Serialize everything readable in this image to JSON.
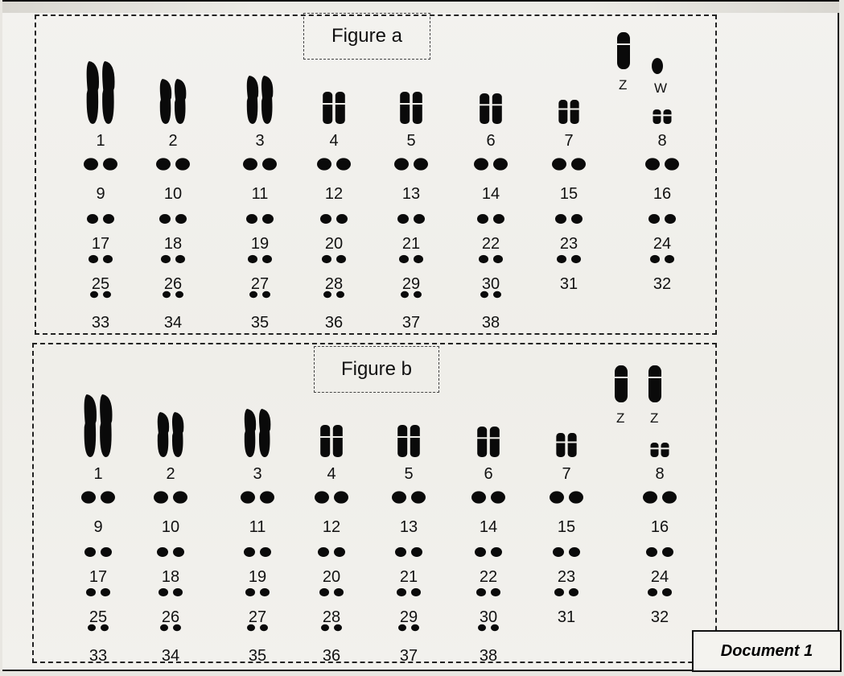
{
  "figure_a": {
    "title": "Figure a",
    "sex_labels": [
      "Z",
      "W"
    ],
    "rows": [
      [
        "1",
        "2",
        "3",
        "4",
        "5",
        "6",
        "7",
        "8"
      ],
      [
        "9",
        "10",
        "11",
        "12",
        "13",
        "14",
        "15",
        "16"
      ],
      [
        "17",
        "18",
        "19",
        "20",
        "21",
        "22",
        "23",
        "24"
      ],
      [
        "25",
        "26",
        "27",
        "28",
        "29",
        "30",
        "31",
        "32"
      ],
      [
        "33",
        "34",
        "35",
        "36",
        "37",
        "38"
      ]
    ]
  },
  "figure_b": {
    "title": "Figure b",
    "sex_labels": [
      "Z",
      "Z"
    ],
    "rows": [
      [
        "1",
        "2",
        "3",
        "4",
        "5",
        "6",
        "7",
        "8"
      ],
      [
        "9",
        "10",
        "11",
        "12",
        "13",
        "14",
        "15",
        "16"
      ],
      [
        "17",
        "18",
        "19",
        "20",
        "21",
        "22",
        "23",
        "24"
      ],
      [
        "25",
        "26",
        "27",
        "28",
        "29",
        "30",
        "31",
        "32"
      ],
      [
        "33",
        "34",
        "35",
        "36",
        "37",
        "38"
      ]
    ]
  },
  "document_label": "Document 1"
}
